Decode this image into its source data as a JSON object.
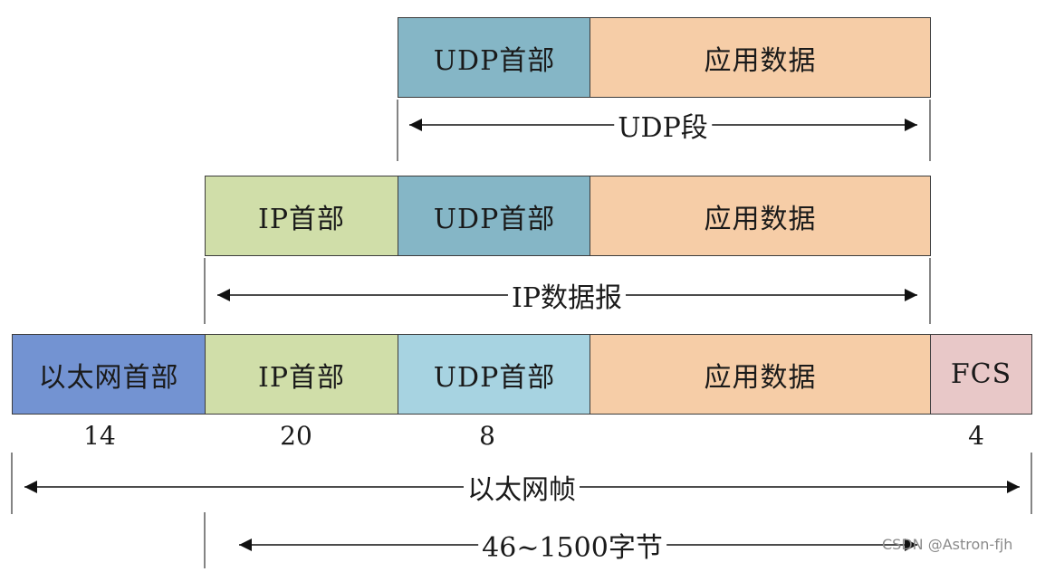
{
  "udp_segment": {
    "udp_header": "UDP首部",
    "app_data": "应用数据",
    "span_label": "UDP段"
  },
  "ip_datagram": {
    "ip_header": "IP首部",
    "udp_header": "UDP首部",
    "app_data": "应用数据",
    "span_label": "IP数据报"
  },
  "ethernet_frame": {
    "eth_header": "以太网首部",
    "ip_header": "IP首部",
    "udp_header": "UDP首部",
    "app_data": "应用数据",
    "fcs": "FCS",
    "sizes": {
      "eth_header": "14",
      "ip_header": "20",
      "udp_header": "8",
      "fcs": "4"
    },
    "span_label": "以太网帧",
    "payload_span_label": "46~1500字节"
  },
  "watermark": "CSDN @Astron-fjh"
}
